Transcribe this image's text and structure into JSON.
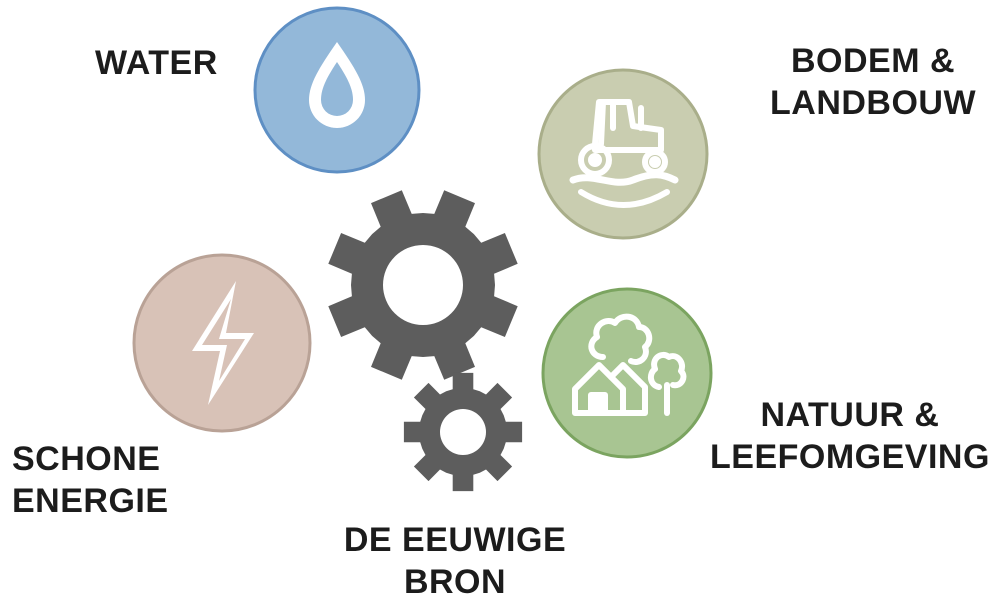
{
  "labels": {
    "water": "WATER",
    "bodem": [
      "BODEM &",
      "LANDBOUW"
    ],
    "natuur": [
      "NATUUR &",
      "LEEFOMGEVING"
    ],
    "energie": [
      "SCHONE",
      "ENERGIE"
    ],
    "bron": [
      "DE EEUWIGE",
      "BRON"
    ]
  },
  "icons": {
    "water": "water-drop-icon",
    "bodem": "tractor-icon",
    "natuur": "trees-and-houses-icon",
    "energie": "lightning-bolt-icon",
    "bron": "gears-icon"
  },
  "colors": {
    "water_fill": "#93b8d9",
    "water_border": "#5e8fc4",
    "bodem_fill": "#c9cdb0",
    "bodem_border": "#a9ae8a",
    "natuur_fill": "#a8c592",
    "natuur_border": "#7ba460",
    "energie_fill": "#d8c2b7",
    "energie_border": "#b9a296",
    "gear": "#5d5d5d",
    "text": "#1c1c1c"
  }
}
